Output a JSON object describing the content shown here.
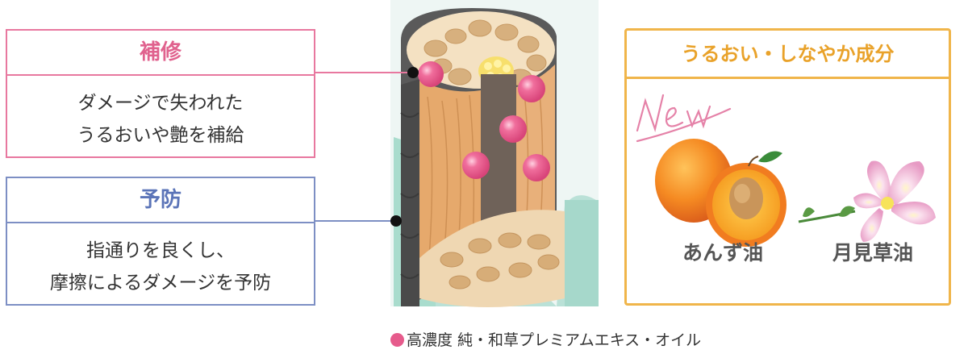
{
  "repair": {
    "title": "補修",
    "lines": [
      "ダメージで失われた",
      "うるおいや艶を補給"
    ]
  },
  "prevent": {
    "title": "予防",
    "lines": [
      "指通りを良くし、",
      "摩擦によるダメージを予防"
    ]
  },
  "ingredients": {
    "title": "うるおい・しなやか成分",
    "new_badge": "New",
    "items": [
      {
        "label": "あんず油",
        "icon": "apricot-icon"
      },
      {
        "label": "月見草油",
        "icon": "evening-primrose-icon"
      }
    ]
  },
  "legend": {
    "text": "高濃度 純・和草プレミアムエキス・オイル",
    "dot_color": "#e65b8c"
  },
  "colors": {
    "repair": "#e8789f",
    "prevent": "#7d8fc4",
    "ingredients": "#f0b54a"
  }
}
